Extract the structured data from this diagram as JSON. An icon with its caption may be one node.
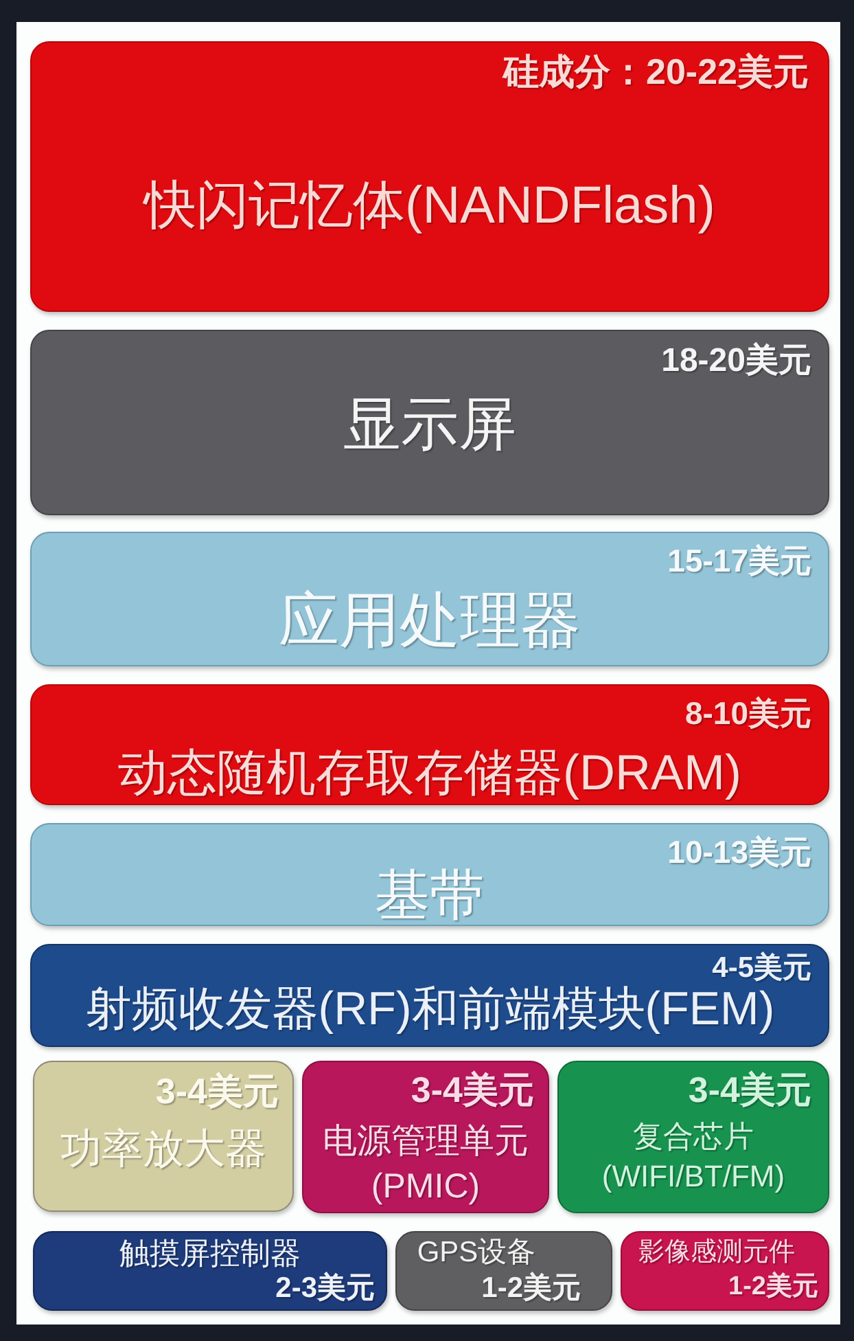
{
  "diagram": {
    "nodes": [
      {
        "text": [
          "硅成分：20-22美元",
          "快闪记忆体(NANDFlash)"
        ]
      },
      {
        "text": [
          "18-20美元",
          "显示屏"
        ]
      },
      {
        "text": [
          "15-17美元",
          "应用处理器"
        ]
      },
      {
        "text": [
          "8-10美元",
          "动态随机存取存储器(DRAM)"
        ]
      },
      {
        "text": [
          "10-13美元",
          "基带"
        ]
      },
      {
        "text": [
          "4-5美元",
          "射频收发器(RF)和前端模块(FEM)"
        ]
      },
      {
        "text": [
          "3-4美元",
          "功率放大器"
        ]
      },
      {
        "text": [
          "3-4美元",
          "电源管理单元(PMIC)"
        ]
      },
      {
        "text": [
          "3-4美元",
          "复合芯片(WIFI/BT/FM)"
        ]
      },
      {
        "text": [
          "触摸屏控制器",
          "2-3美元"
        ]
      },
      {
        "text": [
          "GPS设备",
          "1-2美元"
        ]
      },
      {
        "text": [
          "影像感测元件",
          "1-2美元"
        ]
      }
    ]
  }
}
